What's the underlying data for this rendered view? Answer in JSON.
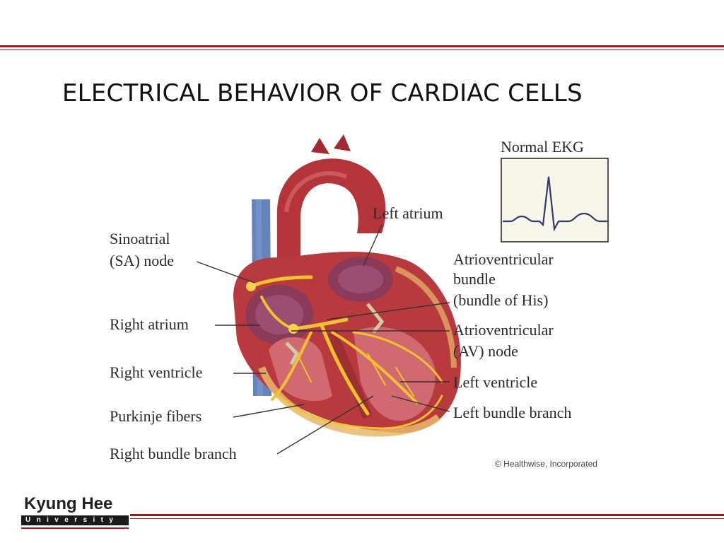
{
  "slide": {
    "title": "ELECTRICAL BEHAVIOR OF CARDIAC CELLS"
  },
  "figure": {
    "ekg_title": "Normal EKG",
    "labels": {
      "left_atrium": "Left atrium",
      "sa_node_1": "Sinoatrial",
      "sa_node_2": "(SA) node",
      "av_bundle_1": "Atrioventricular",
      "av_bundle_2": "bundle",
      "av_bundle_3": "(bundle of His)",
      "right_atrium": "Right atrium",
      "av_node_1": "Atrioventricular",
      "av_node_2": "(AV) node",
      "right_ventricle": "Right ventricle",
      "left_ventricle": "Left ventricle",
      "purkinje": "Purkinje fibers",
      "left_bundle": "Left bundle branch",
      "right_bundle": "Right bundle branch"
    },
    "copyright": "© Healthwise, Incorporated"
  },
  "footer": {
    "logo_name": "Kyung Hee",
    "logo_sub": "University"
  },
  "colors": {
    "accent": "#9b1c1c",
    "heart": "#b83a3f",
    "conduction": "#f2c12e",
    "vein": "#4a6fb0"
  }
}
